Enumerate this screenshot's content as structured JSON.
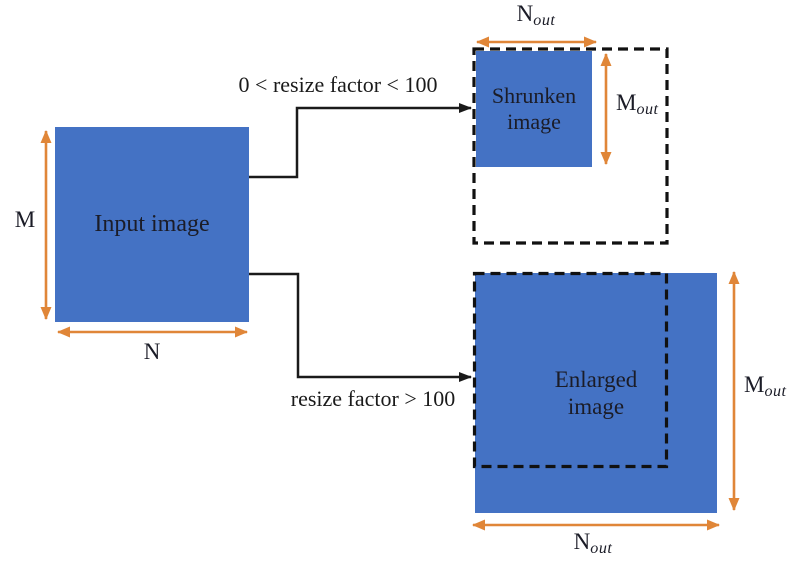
{
  "diagram": {
    "boxes": {
      "input": {
        "label": "Input image"
      },
      "shrunken": {
        "label": "Shrunken image"
      },
      "enlarged": {
        "label": "Enlarged image"
      }
    },
    "flows": {
      "shrink": {
        "condition": "0 < resize factor < 100"
      },
      "enlarge": {
        "condition": "resize factor > 100"
      }
    },
    "dimensions": {
      "input_height": "M",
      "input_width": "N",
      "output_height_main": "M",
      "output_width_main": "N",
      "output_subscript": "out"
    },
    "colors": {
      "box_fill": "#4472C4",
      "arrow_orange": "#E08638",
      "connector_black": "#1A1A1A",
      "dash_black": "#111111",
      "text_dark": "#1B1C27"
    }
  }
}
